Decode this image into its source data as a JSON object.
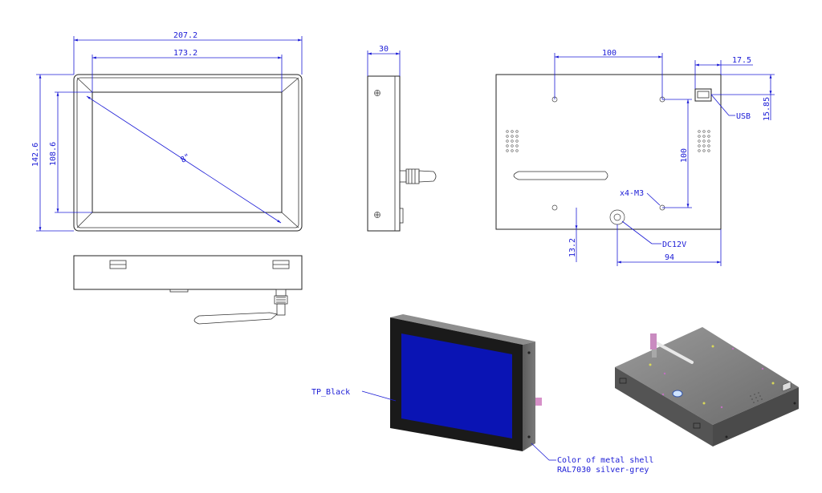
{
  "dimensions": {
    "width_overall": "207.2",
    "width_screen": "173.2",
    "height_overall": "142.6",
    "height_screen": "108.6",
    "diagonal": "8\"",
    "depth": "30",
    "hole_spacing_h": "100",
    "usb_offset": "17.5",
    "usb_height": "15.85",
    "hole_spacing_v": "100",
    "dc_height": "13.2",
    "dc_offset": "94"
  },
  "callouts": {
    "usb": "USB",
    "mount": "x4-M3",
    "dc": "DC12V",
    "panel": "TP_Black",
    "shell_line1": "Color of metal shell",
    "shell_line2": "RAL7030 silver-grey"
  },
  "colors": {
    "dimension": "#1b1bd6",
    "screen": "#0a14b4",
    "shell": "#6e6e6e"
  }
}
